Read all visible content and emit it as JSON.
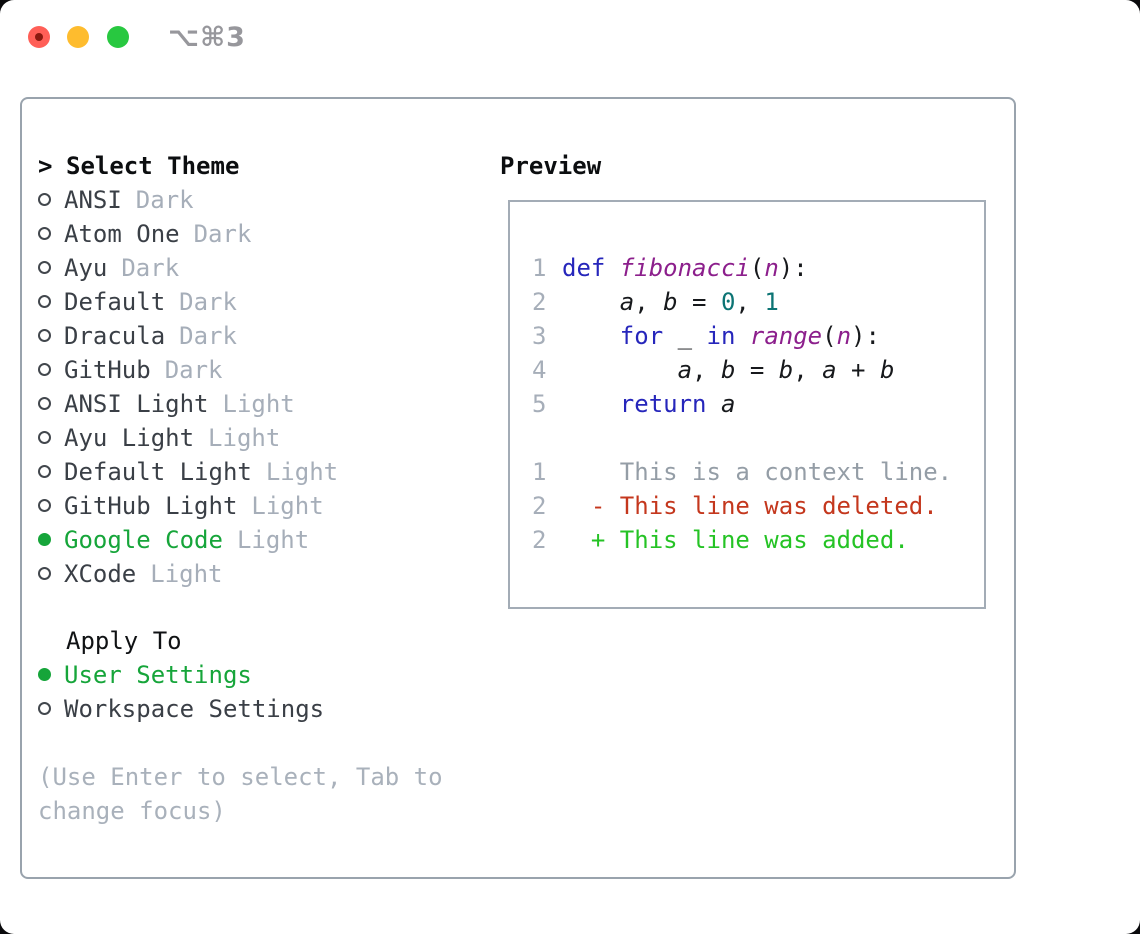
{
  "titlebar": {
    "shortcut": "⌥⌘3",
    "buttons": [
      "close",
      "minimize",
      "zoom"
    ]
  },
  "theme_panel": {
    "title_marker": ">",
    "title": "Select Theme",
    "themes": [
      {
        "name": "ANSI",
        "variant": "Dark",
        "selected": false
      },
      {
        "name": "Atom One",
        "variant": "Dark",
        "selected": false
      },
      {
        "name": "Ayu",
        "variant": "Dark",
        "selected": false
      },
      {
        "name": "Default",
        "variant": "Dark",
        "selected": false
      },
      {
        "name": "Dracula",
        "variant": "Dark",
        "selected": false
      },
      {
        "name": "GitHub",
        "variant": "Dark",
        "selected": false
      },
      {
        "name": "ANSI Light",
        "variant": "Light",
        "selected": false
      },
      {
        "name": "Ayu Light",
        "variant": "Light",
        "selected": false
      },
      {
        "name": "Default Light",
        "variant": "Light",
        "selected": false
      },
      {
        "name": "GitHub Light",
        "variant": "Light",
        "selected": false
      },
      {
        "name": "Google Code",
        "variant": "Light",
        "selected": true
      },
      {
        "name": "XCode",
        "variant": "Light",
        "selected": false
      }
    ],
    "apply_to": {
      "title": "Apply To",
      "options": [
        {
          "label": "User Settings",
          "selected": true
        },
        {
          "label": "Workspace Settings",
          "selected": false
        }
      ]
    },
    "hint_lines": [
      "(Use Enter to select, Tab to",
      "change focus)"
    ]
  },
  "preview": {
    "title": "Preview",
    "code_lines": [
      {
        "num": "1",
        "tokens": [
          {
            "t": "def",
            "c": "kw"
          },
          {
            "t": " ",
            "c": "p"
          },
          {
            "t": "fibonacci",
            "c": "fn"
          },
          {
            "t": "(",
            "c": "p"
          },
          {
            "t": "n",
            "c": "fn"
          },
          {
            "t": "):",
            "c": "p"
          }
        ]
      },
      {
        "num": "2",
        "tokens": [
          {
            "t": "    ",
            "c": "p"
          },
          {
            "t": "a",
            "c": "var"
          },
          {
            "t": ", ",
            "c": "p"
          },
          {
            "t": "b",
            "c": "var"
          },
          {
            "t": " = ",
            "c": "p"
          },
          {
            "t": "0",
            "c": "num"
          },
          {
            "t": ", ",
            "c": "p"
          },
          {
            "t": "1",
            "c": "num"
          }
        ]
      },
      {
        "num": "3",
        "tokens": [
          {
            "t": "    ",
            "c": "p"
          },
          {
            "t": "for",
            "c": "kw"
          },
          {
            "t": " _ ",
            "c": "p"
          },
          {
            "t": "in",
            "c": "kw"
          },
          {
            "t": " ",
            "c": "p"
          },
          {
            "t": "range",
            "c": "fn"
          },
          {
            "t": "(",
            "c": "p"
          },
          {
            "t": "n",
            "c": "fn"
          },
          {
            "t": "):",
            "c": "p"
          }
        ]
      },
      {
        "num": "4",
        "tokens": [
          {
            "t": "        ",
            "c": "p"
          },
          {
            "t": "a",
            "c": "var"
          },
          {
            "t": ", ",
            "c": "p"
          },
          {
            "t": "b",
            "c": "var"
          },
          {
            "t": " = ",
            "c": "p"
          },
          {
            "t": "b",
            "c": "var"
          },
          {
            "t": ", ",
            "c": "p"
          },
          {
            "t": "a",
            "c": "var"
          },
          {
            "t": " + ",
            "c": "p"
          },
          {
            "t": "b",
            "c": "var"
          }
        ]
      },
      {
        "num": "5",
        "tokens": [
          {
            "t": "    ",
            "c": "p"
          },
          {
            "t": "return",
            "c": "kw"
          },
          {
            "t": " ",
            "c": "p"
          },
          {
            "t": "a",
            "c": "var"
          }
        ]
      },
      {
        "num": "",
        "tokens": []
      },
      {
        "num": "1",
        "tokens": [
          {
            "t": "    This is a context line.",
            "c": "ctx"
          }
        ]
      },
      {
        "num": "2",
        "tokens": [
          {
            "t": "  - This line was deleted.",
            "c": "del"
          }
        ]
      },
      {
        "num": "2",
        "tokens": [
          {
            "t": "  + This line was added.",
            "c": "add"
          }
        ]
      }
    ]
  },
  "colors": {
    "accent_selected_green": "#16a53a",
    "diff_added_green": "#25c325",
    "diff_deleted_red": "#c4371d",
    "keyword_blue": "#2626bb",
    "function_purple": "#8c1f8c",
    "literal_teal": "#0c7474",
    "muted_gray": "#a6aeb9",
    "context_gray": "#949da6",
    "border_gray": "#99a3ad",
    "traffic_red": "#ff5f57",
    "traffic_yellow": "#febc2e",
    "traffic_green": "#28c840"
  }
}
